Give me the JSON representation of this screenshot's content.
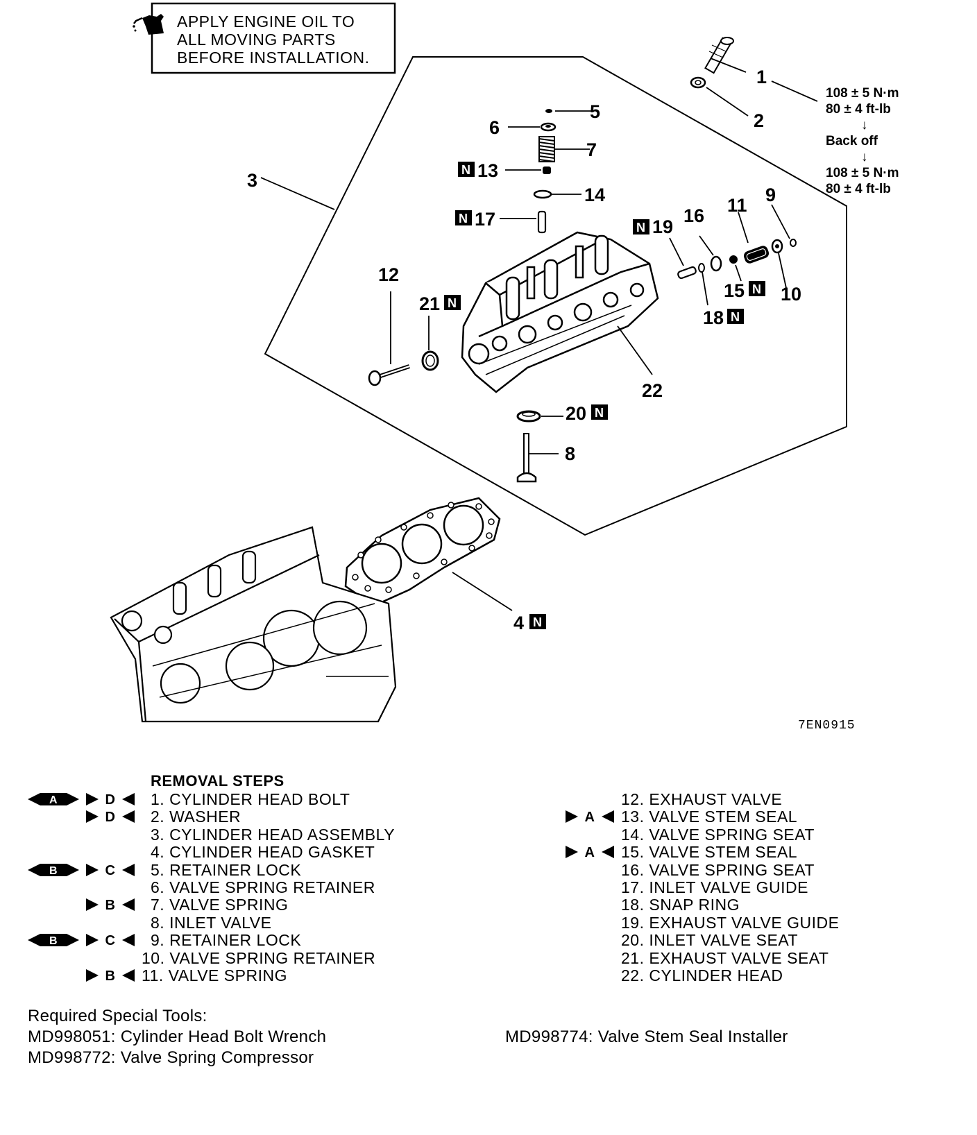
{
  "note": {
    "lines": [
      "APPLY ENGINE OIL TO",
      "ALL MOVING PARTS",
      "BEFORE INSTALLATION."
    ],
    "icon": "oil-can-icon"
  },
  "torque": {
    "line1": "108 ± 5 N·m",
    "line2": "80 ± 4 ft-lb",
    "back_off": "Back off",
    "line3": "108 ± 5 N·m",
    "line4": "80 ± 4 ft-lb",
    "arrow": "↓"
  },
  "callouts": {
    "c1": "1",
    "c2": "2",
    "c3": "3",
    "c4": "4",
    "c5": "5",
    "c6": "6",
    "c7": "7",
    "c8": "8",
    "c9": "9",
    "c10": "10",
    "c11": "11",
    "c12": "12",
    "c13": "13",
    "c14": "14",
    "c15": "15",
    "c16": "16",
    "c17": "17",
    "c18": "18",
    "c19": "19",
    "c20": "20",
    "c21": "21",
    "c22": "22",
    "new_badge": "N"
  },
  "figure_code": "7EN0915",
  "removal": {
    "heading": "REMOVAL STEPS",
    "left": [
      {
        "text": "1. CYLINDER HEAD BOLT",
        "rem": "A",
        "inst": "D"
      },
      {
        "text": "2. WASHER",
        "rem": "",
        "inst": "D"
      },
      {
        "text": "3. CYLINDER HEAD ASSEMBLY",
        "rem": "",
        "inst": ""
      },
      {
        "text": "4. CYLINDER HEAD GASKET",
        "rem": "",
        "inst": ""
      },
      {
        "text": "5. RETAINER LOCK",
        "rem": "B",
        "inst": "C"
      },
      {
        "text": "6. VALVE SPRING RETAINER",
        "rem": "",
        "inst": ""
      },
      {
        "text": "7. VALVE SPRING",
        "rem": "",
        "inst": "B"
      },
      {
        "text": "8. INLET VALVE",
        "rem": "",
        "inst": ""
      },
      {
        "text": "9. RETAINER LOCK",
        "rem": "B",
        "inst": "C"
      },
      {
        "text": "10. VALVE SPRING RETAINER",
        "rem": "",
        "inst": ""
      },
      {
        "text": "11. VALVE SPRING",
        "rem": "",
        "inst": "B"
      }
    ],
    "right": [
      {
        "text": "12. EXHAUST VALVE",
        "inst": ""
      },
      {
        "text": "13. VALVE STEM SEAL",
        "inst": "A"
      },
      {
        "text": "14. VALVE SPRING SEAT",
        "inst": ""
      },
      {
        "text": "15. VALVE STEM SEAL",
        "inst": "A"
      },
      {
        "text": "16. VALVE SPRING SEAT",
        "inst": ""
      },
      {
        "text": "17. INLET VALVE GUIDE",
        "inst": ""
      },
      {
        "text": "18. SNAP RING",
        "inst": ""
      },
      {
        "text": "19. EXHAUST VALVE GUIDE",
        "inst": ""
      },
      {
        "text": "20. INLET VALVE SEAT",
        "inst": ""
      },
      {
        "text": "21. EXHAUST VALVE SEAT",
        "inst": ""
      },
      {
        "text": "22. CYLINDER HEAD",
        "inst": ""
      }
    ]
  },
  "tools": {
    "heading": "Required Special Tools:",
    "t1": "MD998051: Cylinder Head Bolt Wrench",
    "t2": "MD998772: Valve Spring Compressor",
    "t3": "MD998774: Valve Stem Seal Installer"
  }
}
